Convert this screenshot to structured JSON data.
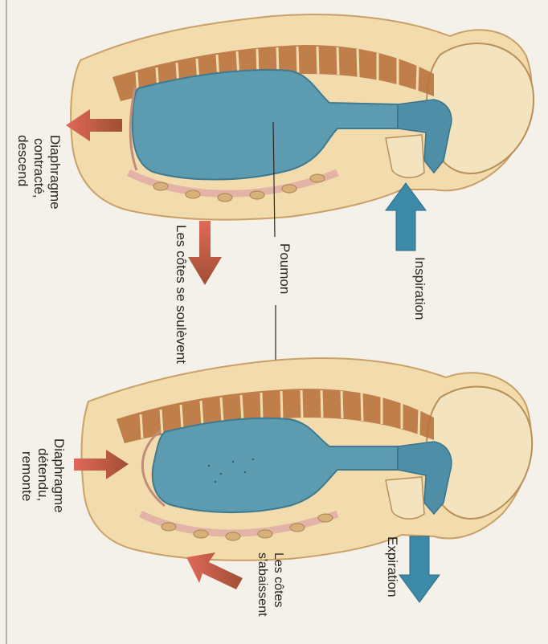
{
  "labels": {
    "top_inspiration": "Inspiration",
    "top_poumon": "Poumon",
    "top_diaphragm_line1": "Diaphragme",
    "top_diaphragm_line2": "contracté,",
    "top_diaphragm_line3": "descend",
    "top_ribs": "Les côtes se soulèvent",
    "bottom_expiration": "Expiration",
    "bottom_diaphragm_line1": "Diaphragme",
    "bottom_diaphragm_line2": "détendu,",
    "bottom_diaphragm_line3": "remonte",
    "bottom_ribs_line1": "Les côtes",
    "bottom_ribs_line2": "s'abaissent"
  },
  "colors": {
    "background": "#f3f1ea",
    "body": "#f2dcae",
    "body_outline": "#caa067",
    "lung": "#5d9bb0",
    "airway": "#4e8fa7",
    "vertebra": "#b9733f",
    "rib": "#e2b3a6",
    "arrow_blue": "#3d8aa8",
    "arrow_red": "#d75a4a",
    "arrow_brown": "#a5563a"
  }
}
